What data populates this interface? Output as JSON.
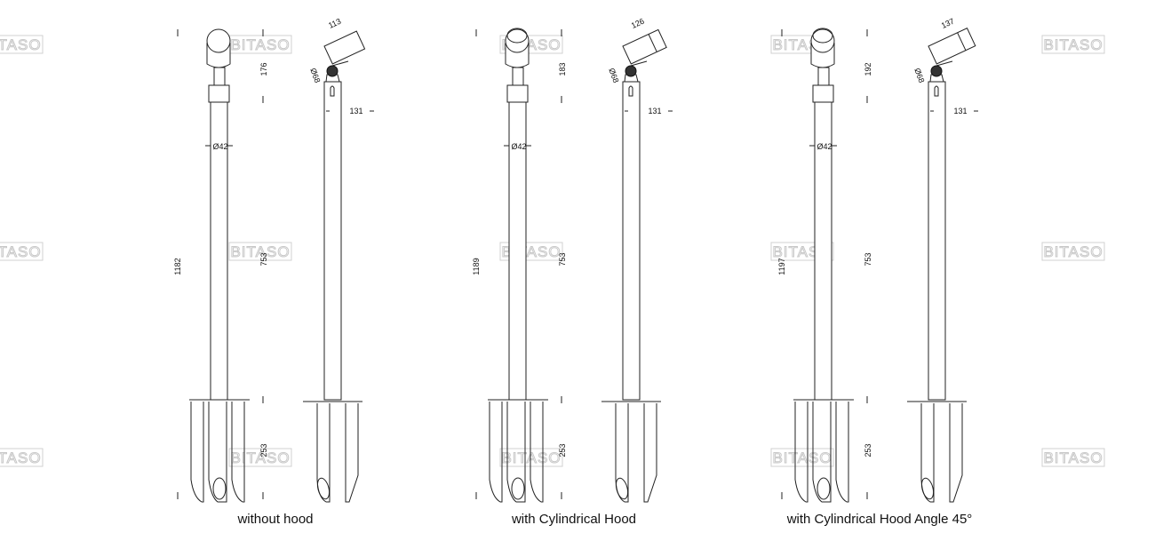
{
  "watermark": "BITASO",
  "variants": [
    {
      "caption": "without hood",
      "head_height": "176",
      "pole_length": "753",
      "spike_length": "253",
      "total_height": "1182",
      "pole_diameter": "Ø42",
      "head_length": "113",
      "ball_diameter": "Ø68",
      "offset": "131",
      "hood": false
    },
    {
      "caption": "with Cylindrical Hood",
      "head_height": "183",
      "pole_length": "753",
      "spike_length": "253",
      "total_height": "1189",
      "pole_diameter": "Ø42",
      "head_length": "126",
      "ball_diameter": "Ø68",
      "offset": "131",
      "hood": true
    },
    {
      "caption": "with Cylindrical Hood Angle 45°",
      "head_height": "192",
      "pole_length": "753",
      "spike_length": "253",
      "total_height": "1197",
      "pole_diameter": "Ø42",
      "head_length": "137",
      "ball_diameter": "Ø68",
      "offset": "131",
      "hood": true
    }
  ]
}
